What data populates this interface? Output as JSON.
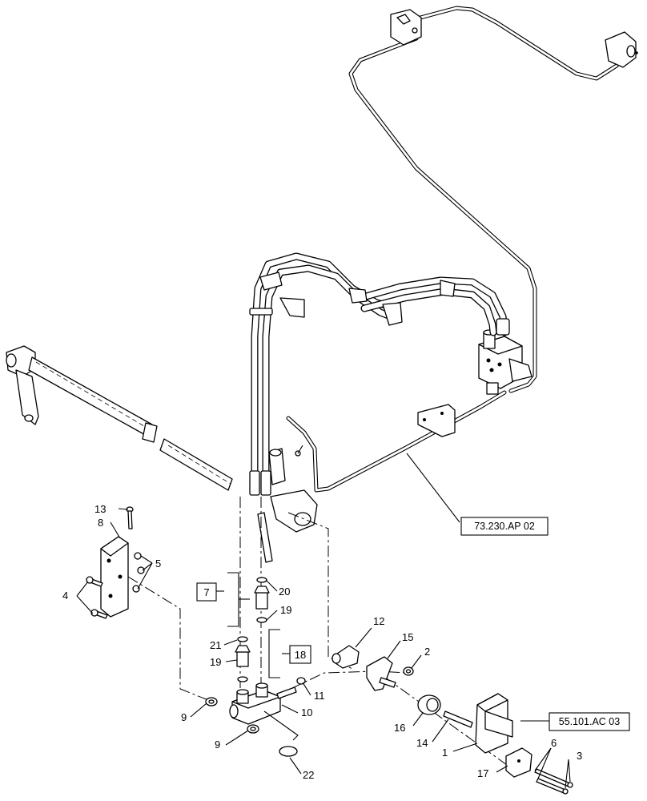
{
  "references": {
    "ref_73": "73.230.AP 02",
    "ref_55": "55.101.AC 03"
  },
  "kits": {
    "kit_7": "7",
    "kit_18": "18"
  },
  "callouts": {
    "c1": "1",
    "c2": "2",
    "c3": "3",
    "c4": "4",
    "c5": "5",
    "c6": "6",
    "c8": "8",
    "c9a": "9",
    "c9b": "9",
    "c10": "10",
    "c11": "11",
    "c12": "12",
    "c13": "13",
    "c14": "14",
    "c15": "15",
    "c16": "16",
    "c17": "17",
    "c19a": "19",
    "c19b": "19",
    "c20": "20",
    "c21": "21",
    "c22": "22"
  }
}
